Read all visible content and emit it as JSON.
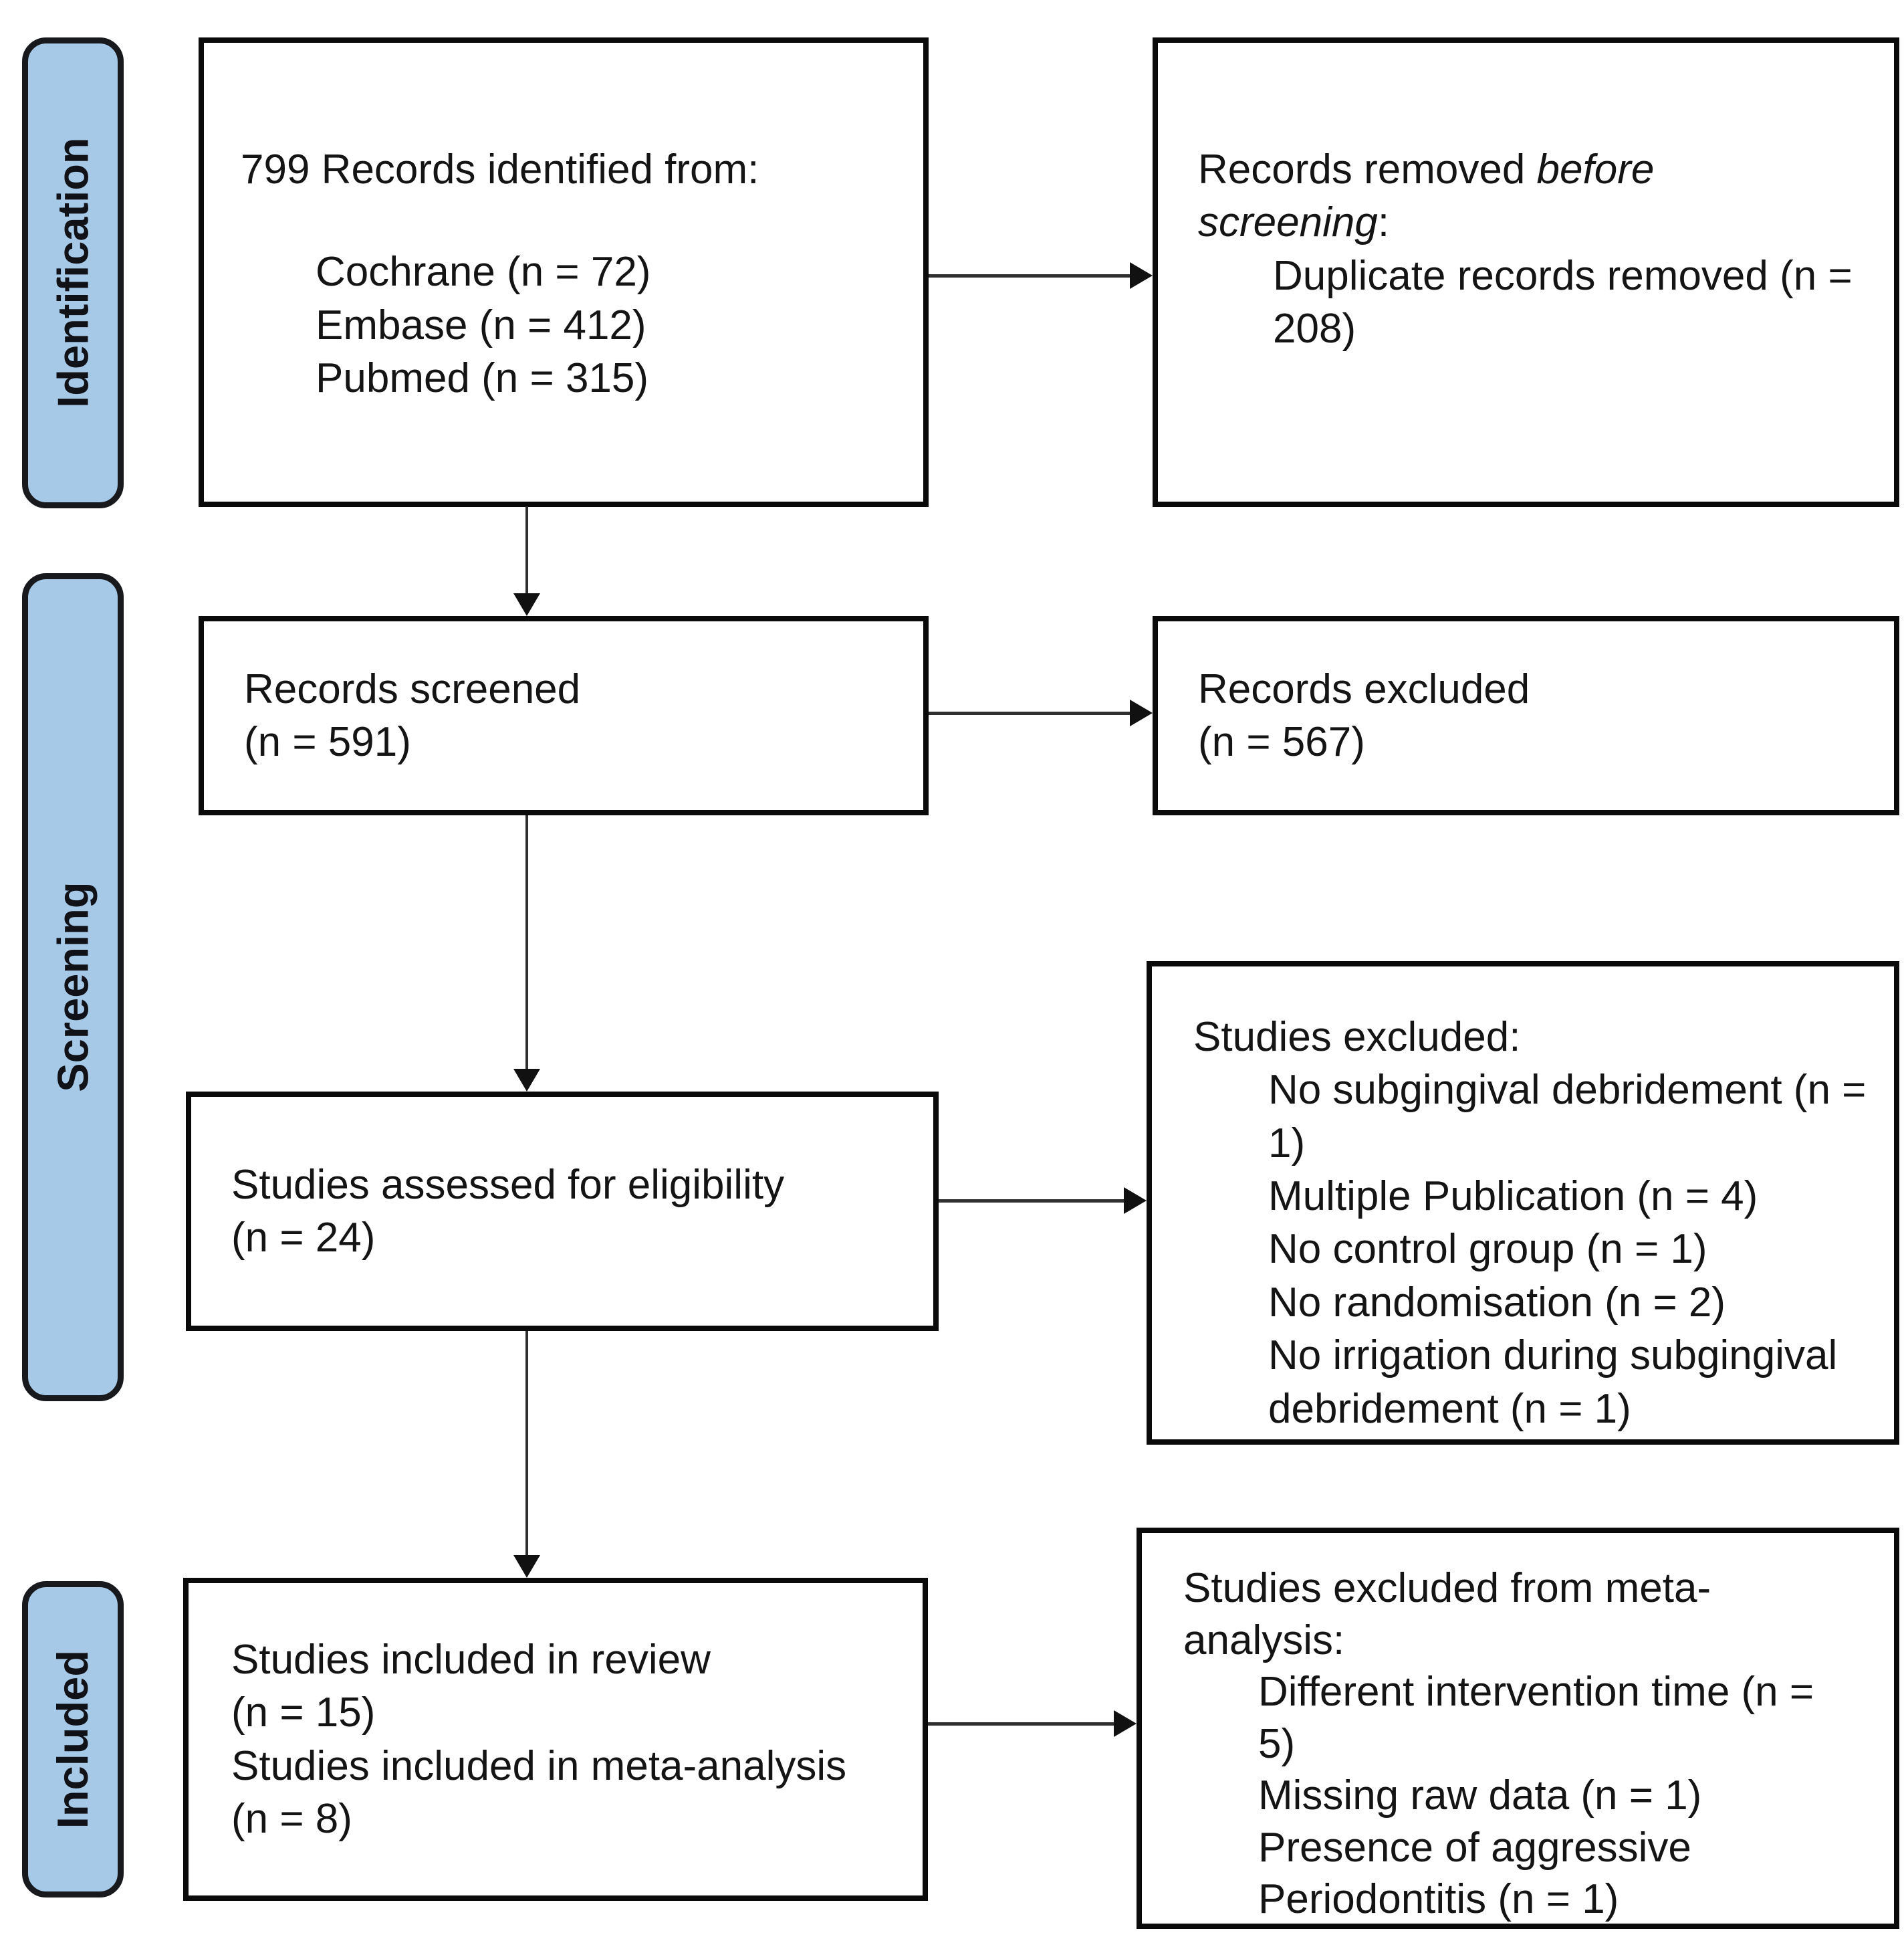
{
  "diagram": {
    "stages": [
      {
        "label": "Identification"
      },
      {
        "label": "Screening"
      },
      {
        "label": "Included"
      }
    ],
    "boxes": {
      "identified": {
        "title": "799 Records identified from:",
        "items": [
          "Cochrane (n = 72)",
          "Embase (n = 412)",
          "Pubmed (n = 315)"
        ]
      },
      "removed_before_screening": {
        "text_prefix": "Records removed ",
        "text_italic": "before screening",
        "text_suffix": ":",
        "items": [
          "Duplicate records removed (n = 208)"
        ]
      },
      "screened": {
        "lines": [
          "Records screened",
          "(n = 591)"
        ]
      },
      "records_excluded": {
        "lines": [
          "Records excluded",
          "(n = 567)"
        ]
      },
      "assessed": {
        "lines": [
          "Studies assessed for eligibility",
          "(n = 24)"
        ]
      },
      "studies_excluded": {
        "title": "Studies excluded:",
        "items": [
          "No subgingival debridement (n = 1)",
          "Multiple Publication (n = 4)",
          "No control group (n = 1)",
          "No randomisation (n = 2)",
          "No irrigation during subgingival debridement (n = 1)"
        ]
      },
      "included_review": {
        "lines": [
          "Studies included in review",
          "(n = 15)",
          "Studies included in meta-analysis",
          "(n = 8)"
        ]
      },
      "excluded_meta": {
        "title": "Studies excluded from meta-analysis:",
        "items": [
          "Different intervention time (n = 5)",
          "Missing raw data (n = 1)",
          "Presence of aggressive Periodontitis (n = 1)"
        ]
      }
    },
    "colors": {
      "stage_fill": "#a7c9e8",
      "stage_border": "#17191c",
      "box_border": "#0a0a0a",
      "arrow": "#2f2f2f",
      "text": "#141414",
      "background": "#ffffff"
    }
  }
}
